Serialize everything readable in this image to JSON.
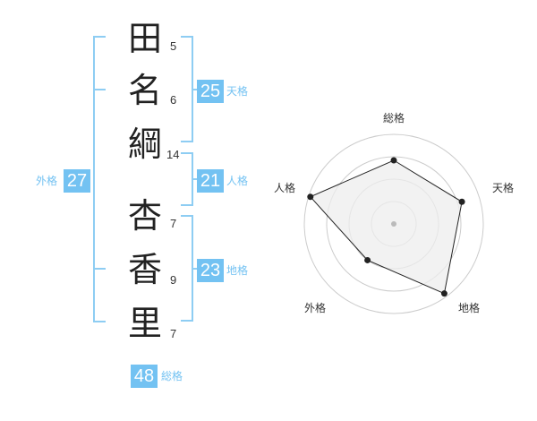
{
  "name_chars": [
    {
      "char": "田",
      "strokes": "5"
    },
    {
      "char": "名",
      "strokes": "6"
    },
    {
      "char": "綱",
      "strokes": "14"
    },
    {
      "char": "杏",
      "strokes": "7"
    },
    {
      "char": "香",
      "strokes": "9"
    },
    {
      "char": "里",
      "strokes": "7"
    }
  ],
  "scores": {
    "tenkaku": {
      "value": "25",
      "label": "天格"
    },
    "jinkaku": {
      "value": "21",
      "label": "人格"
    },
    "chikaku": {
      "value": "23",
      "label": "地格"
    },
    "gaikaku": {
      "value": "27",
      "label": "外格"
    },
    "soukaku": {
      "value": "48",
      "label": "総格"
    }
  },
  "colors": {
    "accent": "#73c2f2",
    "bracket": "#8ecdf3",
    "radar_fill": "#eeeeee",
    "radar_line": "#222222"
  },
  "chart_data": {
    "type": "radar",
    "axes": [
      "総格",
      "天格",
      "地格",
      "外格",
      "人格"
    ],
    "levels": 4,
    "series": [
      {
        "values": [
          0.71,
          0.8,
          0.96,
          0.5,
          0.98
        ]
      }
    ]
  }
}
